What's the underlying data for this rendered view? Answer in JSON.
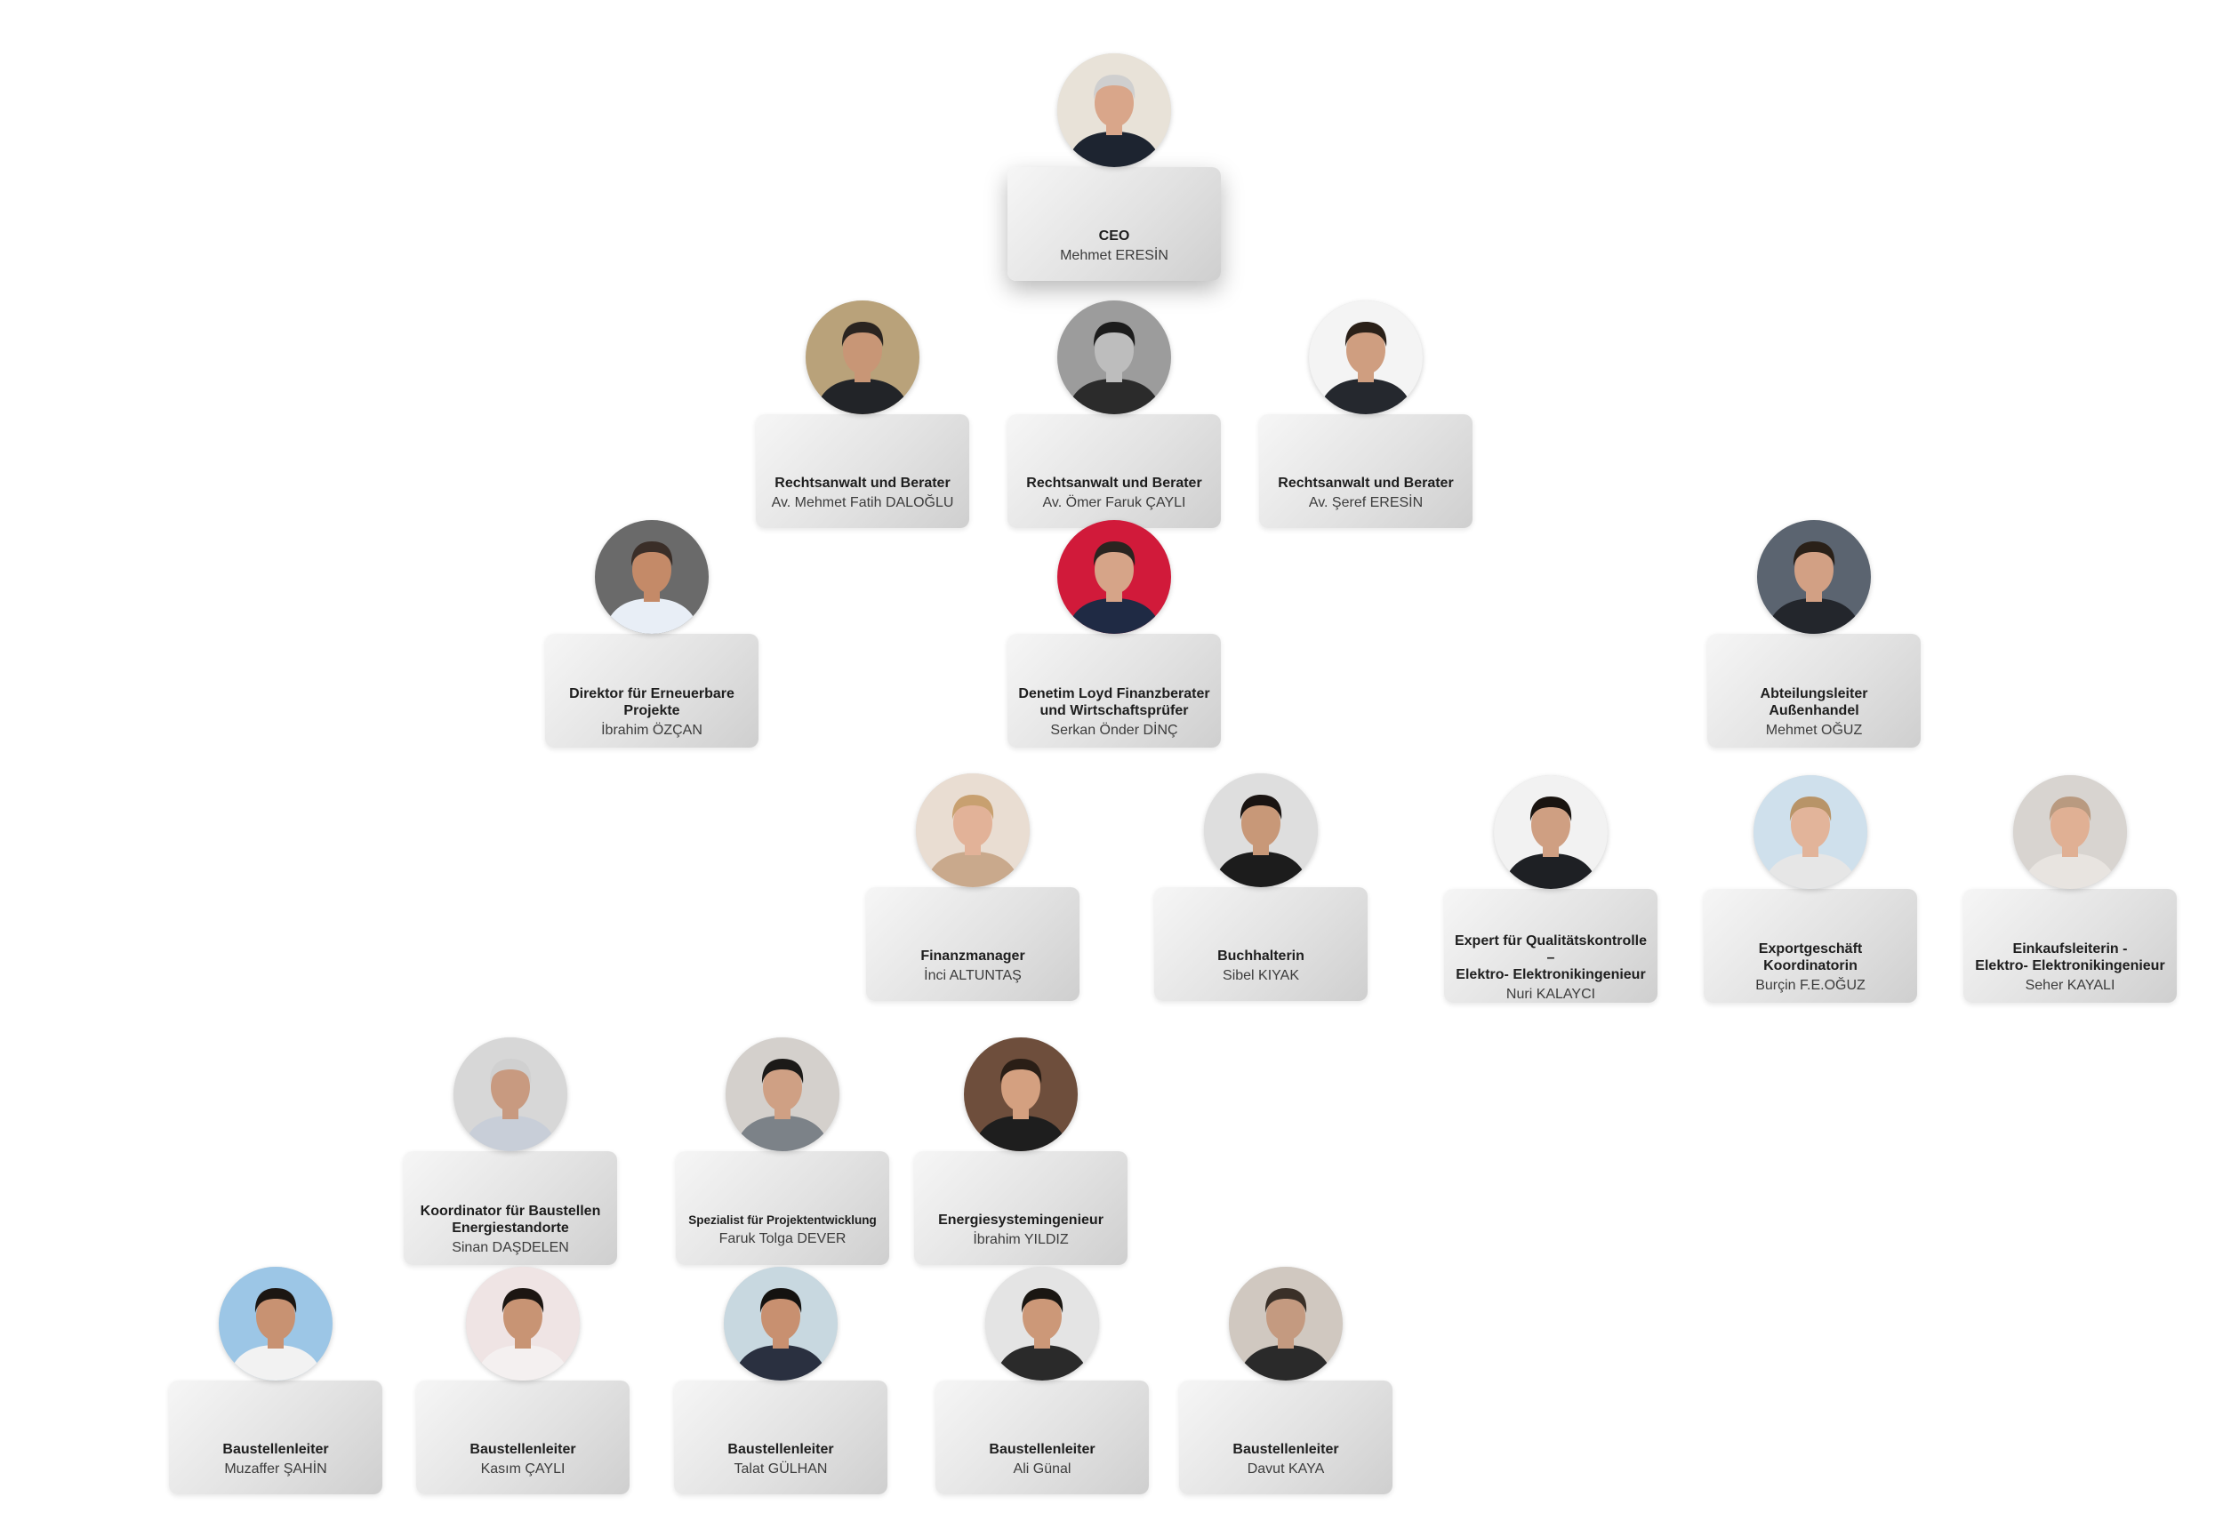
{
  "colors": {
    "card_light": "#f6f6f6",
    "card_dark": "#cfcfcf",
    "title_text": "#1e1e1e",
    "name_text": "#3c3c3c",
    "connector": "#e2e2e2"
  },
  "nodes": [
    {
      "id": "ceo",
      "title": "CEO",
      "name": "Mehmet ERESİN",
      "icon": "person-avatar-icon",
      "bg": "#e8e2d8",
      "suit": "#1d2430",
      "hair": "#cfcfcf",
      "skin": "#d9a68a"
    },
    {
      "id": "r1",
      "title": "Rechtsanwalt und Berater",
      "name": "Av. Mehmet Fatih DALOĞLU",
      "icon": "person-avatar-icon",
      "bg": "#b9a27a",
      "suit": "#222428",
      "hair": "#2a2420",
      "skin": "#c89676"
    },
    {
      "id": "r2",
      "title": "Rechtsanwalt und Berater",
      "name": "Av. Ömer Faruk ÇAYLI",
      "icon": "person-avatar-icon",
      "bg": "#9c9c9c",
      "suit": "#2b2b2b",
      "hair": "#1c1c1c",
      "skin": "#bdbdbd"
    },
    {
      "id": "r3",
      "title": "Rechtsanwalt und Berater",
      "name": "Av. Şeref ERESİN",
      "icon": "person-avatar-icon",
      "bg": "#f4f4f4",
      "suit": "#25282e",
      "hair": "#2a2018",
      "skin": "#cf9e80"
    },
    {
      "id": "d1",
      "title": "Direktor für Erneuerbare\nProjekte",
      "name": "İbrahim ÖZÇAN",
      "icon": "person-avatar-icon",
      "bg": "#6a6a6a",
      "suit": "#e8eef6",
      "hair": "#3a2e28",
      "skin": "#c48a68"
    },
    {
      "id": "d2",
      "title": "Denetim Loyd Finanzberater\nund Wirtschaftsprüfer",
      "name": "Serkan Önder DİNÇ",
      "icon": "person-avatar-icon",
      "bg": "#d11a3a",
      "suit": "#1f2a44",
      "hair": "#2a2420",
      "skin": "#d6a488"
    },
    {
      "id": "d3",
      "title": "Abteilungsleiter\nAußenhandel",
      "name": "Mehmet OĞUZ",
      "icon": "person-avatar-icon",
      "bg": "#5b6470",
      "suit": "#23262c",
      "hair": "#2a2018",
      "skin": "#d2a084"
    },
    {
      "id": "f1",
      "title": "Finanzmanager",
      "name": "İnci ALTUNTAŞ",
      "icon": "person-avatar-icon",
      "bg": "#e9ddd2",
      "suit": "#c9a98c",
      "hair": "#c8a070",
      "skin": "#e2b298"
    },
    {
      "id": "f2",
      "title": "Buchhalterin",
      "name": "Sibel KIYAK",
      "icon": "person-avatar-icon",
      "bg": "#dedede",
      "suit": "#1c1c1c",
      "hair": "#1a1412",
      "skin": "#c89878"
    },
    {
      "id": "f3",
      "title": "Expert für Qualitätskontrolle –\nElektro- Elektronikingenieur",
      "name": "Nuri KALAYCI",
      "icon": "person-avatar-icon",
      "bg": "#f2f2f2",
      "suit": "#1e2024",
      "hair": "#1a1410",
      "skin": "#cf9f82"
    },
    {
      "id": "f4",
      "title": "Exportgeschäft Koordinatorin",
      "name": "Burçin F.E.OĞUZ",
      "icon": "person-avatar-icon",
      "bg": "#cfe0ec",
      "suit": "#e6e6e6",
      "hair": "#b89468",
      "skin": "#e2b49a"
    },
    {
      "id": "f5",
      "title": "Einkaufsleiterin -\nElektro- Elektronikingenieur",
      "name": "Seher KAYALI",
      "icon": "person-avatar-icon",
      "bg": "#d8d4d0",
      "suit": "#e8e4e0",
      "hair": "#b99a80",
      "skin": "#e0b094"
    },
    {
      "id": "p1",
      "title": "Koordinator für Baustellen\nEnergiestandorte",
      "name": "Sinan DAŞDELEN",
      "icon": "person-avatar-icon",
      "bg": "#d7d7d7",
      "suit": "#c8ced8",
      "hair": "#d0d0d0",
      "skin": "#c89a80"
    },
    {
      "id": "p2",
      "title": "Spezialist für Projektentwicklung",
      "name": "Faruk Tolga DEVER",
      "icon": "person-avatar-icon",
      "bg": "#d4d0cc",
      "suit": "#7c8288",
      "hair": "#1c1a18",
      "skin": "#cfa084"
    },
    {
      "id": "p3",
      "title": "Energiesystemingenieur",
      "name": "İbrahim YILDIZ",
      "icon": "person-avatar-icon",
      "bg": "#6e4e3c",
      "suit": "#1e1e1e",
      "hair": "#2a1e16",
      "skin": "#d4a080"
    },
    {
      "id": "b1",
      "title": "Baustellenleiter",
      "name": "Muzaffer ŞAHİN",
      "icon": "person-avatar-icon",
      "bg": "#9cc6e6",
      "suit": "#f2f2f2",
      "hair": "#1c1612",
      "skin": "#c89272"
    },
    {
      "id": "b2",
      "title": "Baustellenleiter",
      "name": "Kasım ÇAYLI",
      "icon": "person-avatar-icon",
      "bg": "#efe4e4",
      "suit": "#f4f0f0",
      "hair": "#1c1612",
      "skin": "#c89474"
    },
    {
      "id": "b3",
      "title": "Baustellenleiter",
      "name": "Talat GÜLHAN",
      "icon": "person-avatar-icon",
      "bg": "#c8d8e0",
      "suit": "#2a3040",
      "hair": "#141210",
      "skin": "#c89070"
    },
    {
      "id": "b4",
      "title": "Baustellenleiter",
      "name": "Ali Günal",
      "icon": "person-avatar-icon",
      "bg": "#e4e4e4",
      "suit": "#2a2a2a",
      "hair": "#1a1612",
      "skin": "#cc9878"
    },
    {
      "id": "b5",
      "title": "Baustellenleiter",
      "name": "Davut KAYA",
      "icon": "person-avatar-icon",
      "bg": "#d0c8c0",
      "suit": "#2a2a2a",
      "hair": "#3a3028",
      "skin": "#c49a80"
    }
  ]
}
